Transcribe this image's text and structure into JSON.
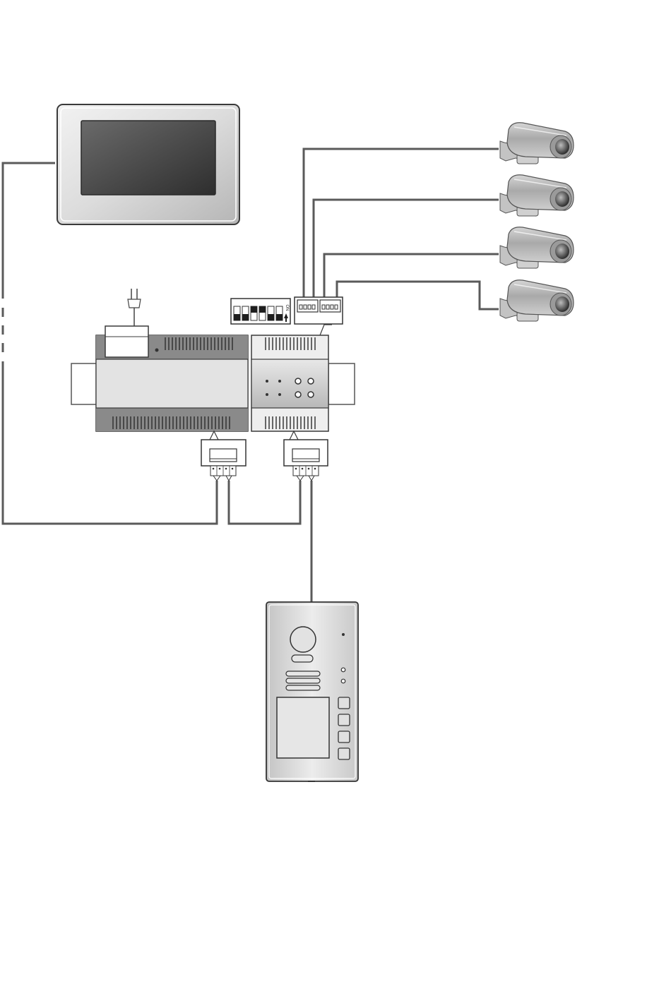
{
  "diagram": {
    "colors": {
      "wire": "#5a5a5a",
      "outline": "#3a3a3a",
      "module_dark": "#7d7d7d",
      "module_light": "#c9c9c9",
      "metal": "#e2e2e2",
      "screen": "#3c3c3c"
    },
    "dip_switch": {
      "label": "ON"
    },
    "components": [
      {
        "name": "indoor-monitor",
        "icon": "monitor-icon"
      },
      {
        "name": "power-supply",
        "icon": "power-plug-icon"
      },
      {
        "name": "video-distributor",
        "icon": "distributor-module-icon"
      },
      {
        "name": "cctv-camera",
        "icon": "camera-icon",
        "count": 4
      },
      {
        "name": "outdoor-door-station",
        "icon": "door-station-icon",
        "buttons": 4
      }
    ]
  }
}
